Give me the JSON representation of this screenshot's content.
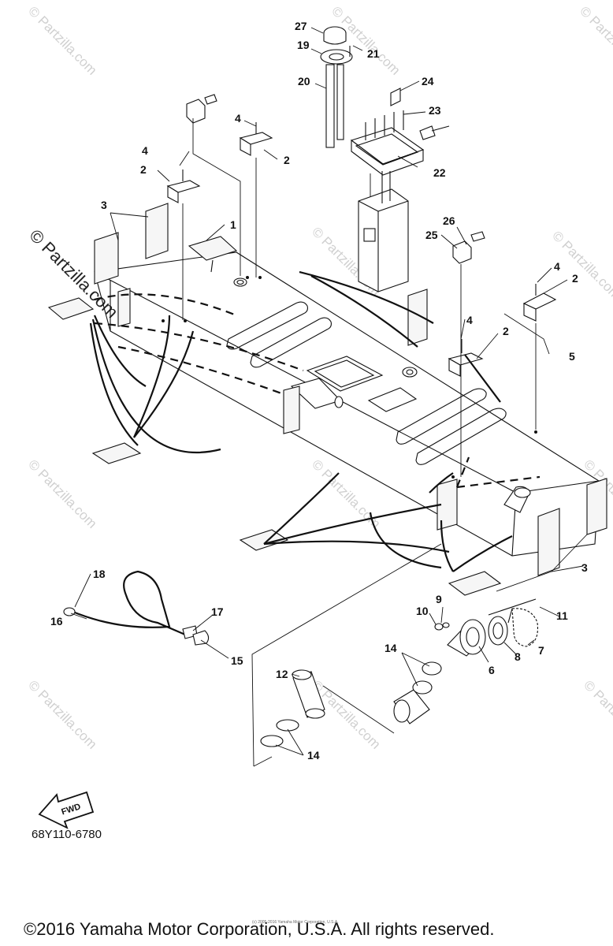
{
  "watermark": "© Partzilla.com",
  "side_watermark": "© Partzilla.com",
  "callouts": [
    "1",
    "2",
    "2",
    "2",
    "2",
    "3",
    "3",
    "3",
    "4",
    "4",
    "4",
    "4",
    "5",
    "6",
    "7",
    "8",
    "9",
    "10",
    "11",
    "12",
    "14",
    "14",
    "15",
    "16",
    "17",
    "18",
    "19",
    "20",
    "21",
    "22",
    "23",
    "24",
    "25",
    "26",
    "27"
  ],
  "fwd_label": "FWD",
  "diagram_code": "68Y110-6780",
  "small_notice": "(c) 2005-2016 Yamaha Motor Corporation, U.S.A.",
  "copyright": "©2016 Yamaha Motor Corporation, U.S.A. All rights reserved."
}
